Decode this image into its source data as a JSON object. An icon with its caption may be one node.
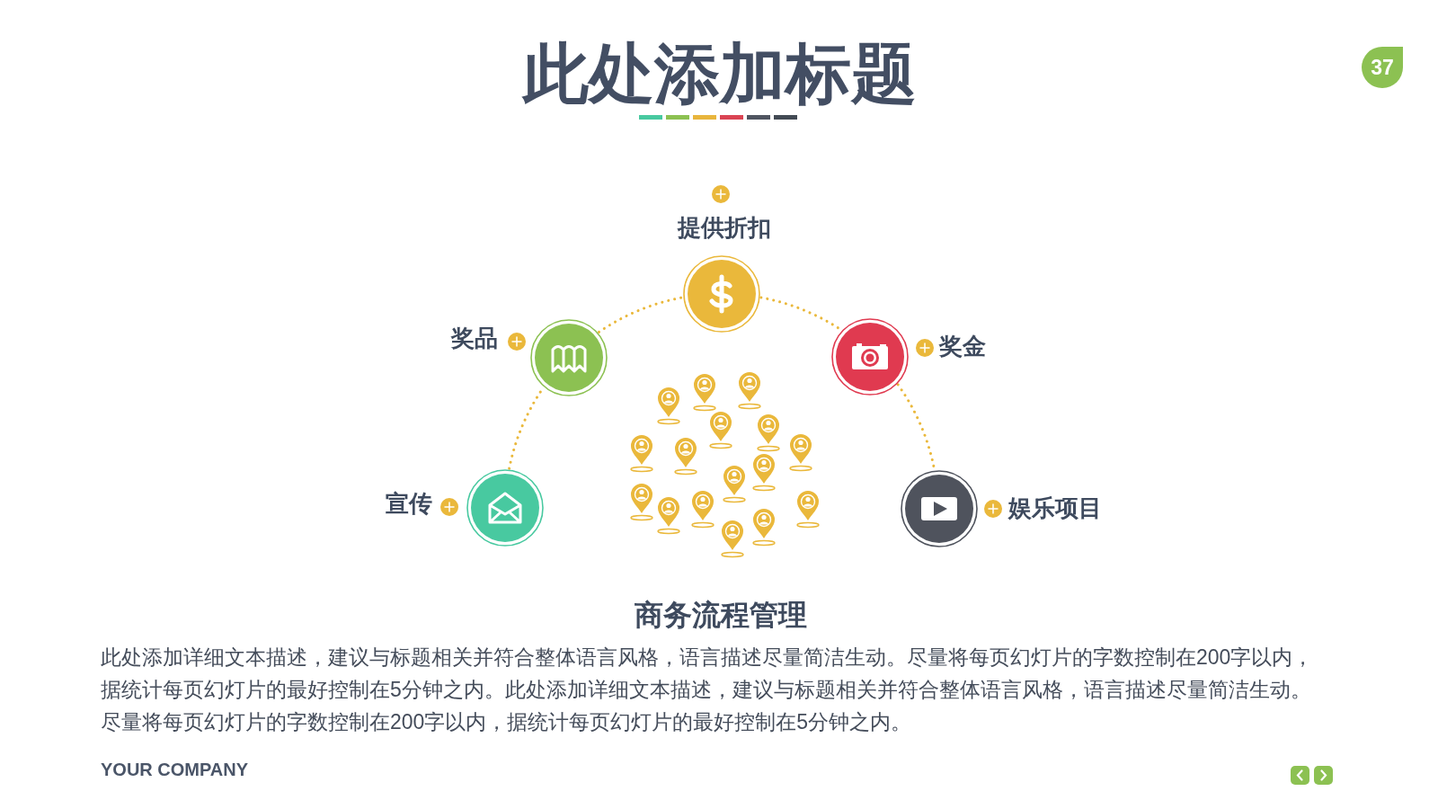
{
  "diagram": {
    "title": "此处添加标题",
    "nodes": [
      {
        "text": [
          "提供折扣"
        ]
      },
      {
        "text": [
          "奖品"
        ]
      },
      {
        "text": [
          "奖金"
        ]
      },
      {
        "text": [
          "宣传"
        ]
      },
      {
        "text": [
          "娱乐项目"
        ]
      }
    ],
    "edges": [
      {
        "from": 3,
        "to": 1,
        "arrow": "none",
        "style": "dashed"
      },
      {
        "from": 1,
        "to": 0,
        "arrow": "none",
        "style": "dashed"
      },
      {
        "from": 0,
        "to": 2,
        "arrow": "none",
        "style": "dashed"
      },
      {
        "from": 2,
        "to": 4,
        "arrow": "none",
        "style": "dashed"
      }
    ],
    "labels": [
      "37",
      "商务流程管理",
      "此处添加详细文本描述，建议与标题相关并符合整体语言风格，语言描述尽量简洁生动。尽量将每页幻灯片的字数控制在200字以内，据统计每页幻灯片的最好控制在5分钟之内。此处添加详细文本描述，建议与标题相关并符合整体语言风格，语言描述尽量简洁生动。尽量将每页幻灯片的字数控制在200字以内，据统计每页幻灯片的最好控制在5分钟之内。",
      "YOUR COMPANY"
    ]
  }
}
